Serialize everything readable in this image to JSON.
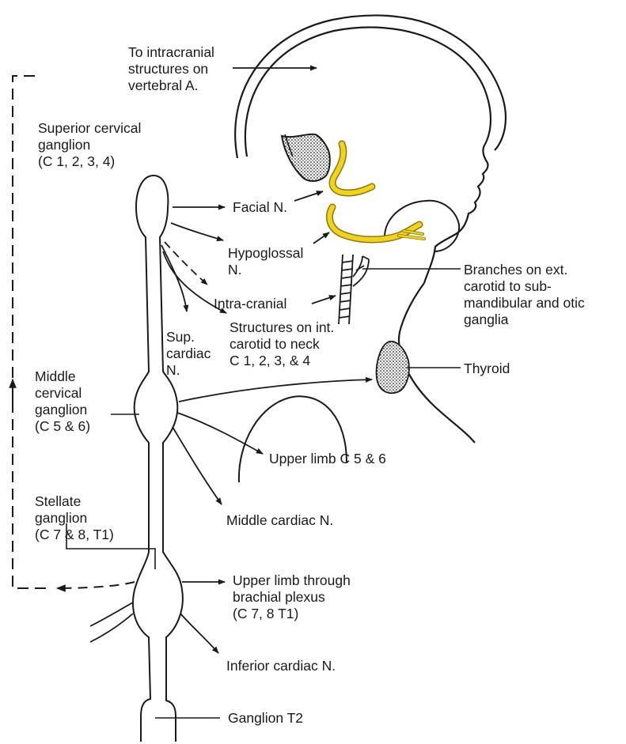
{
  "colors": {
    "ink": "#1a1a1a",
    "nerve_highlight": "#f2d21b",
    "nerve_outline": "#8a7a10",
    "paper": "#ffffff"
  },
  "labels": {
    "intracranial_vertebral": "To intracranial\nstructures on\nvertebral A.",
    "superior_ganglion": "Superior cervical\nganglion\n(C 1, 2, 3, 4)",
    "facial": "Facial N.",
    "hypoglossal": "Hypoglossal\nN.",
    "external_carotid": "Branches on ext.\ncarotid to sub-\nmandibular and otic\nganglia",
    "intracranial": "Intra-cranial",
    "internal_carotid": "Structures on int.\ncarotid to neck\nC 1, 2, 3, & 4",
    "sup_cardiac": "Sup.\ncardiac\nN.",
    "thyroid": "Thyroid",
    "middle_ganglion": "Middle\ncervical\nganglion\n(C 5 & 6)",
    "upper_limb_c56": "Upper limb C 5 & 6",
    "stellate_ganglion": "Stellate\nganglion\n(C 7 & 8, T1)",
    "middle_cardiac": "Middle cardiac N.",
    "brachial_plexus": "Upper limb through\nbrachial plexus\n(C 7, 8 T1)",
    "inferior_cardiac": "Inferior cardiac N.",
    "ganglion_t2": "Ganglion T2"
  },
  "icons": [
    "head-outline",
    "facial-nerve-icon",
    "hypoglossal-nerve-icon",
    "carotid-artery-icon",
    "thyroid-icon",
    "shoulder-outline",
    "sympathetic-chain"
  ]
}
